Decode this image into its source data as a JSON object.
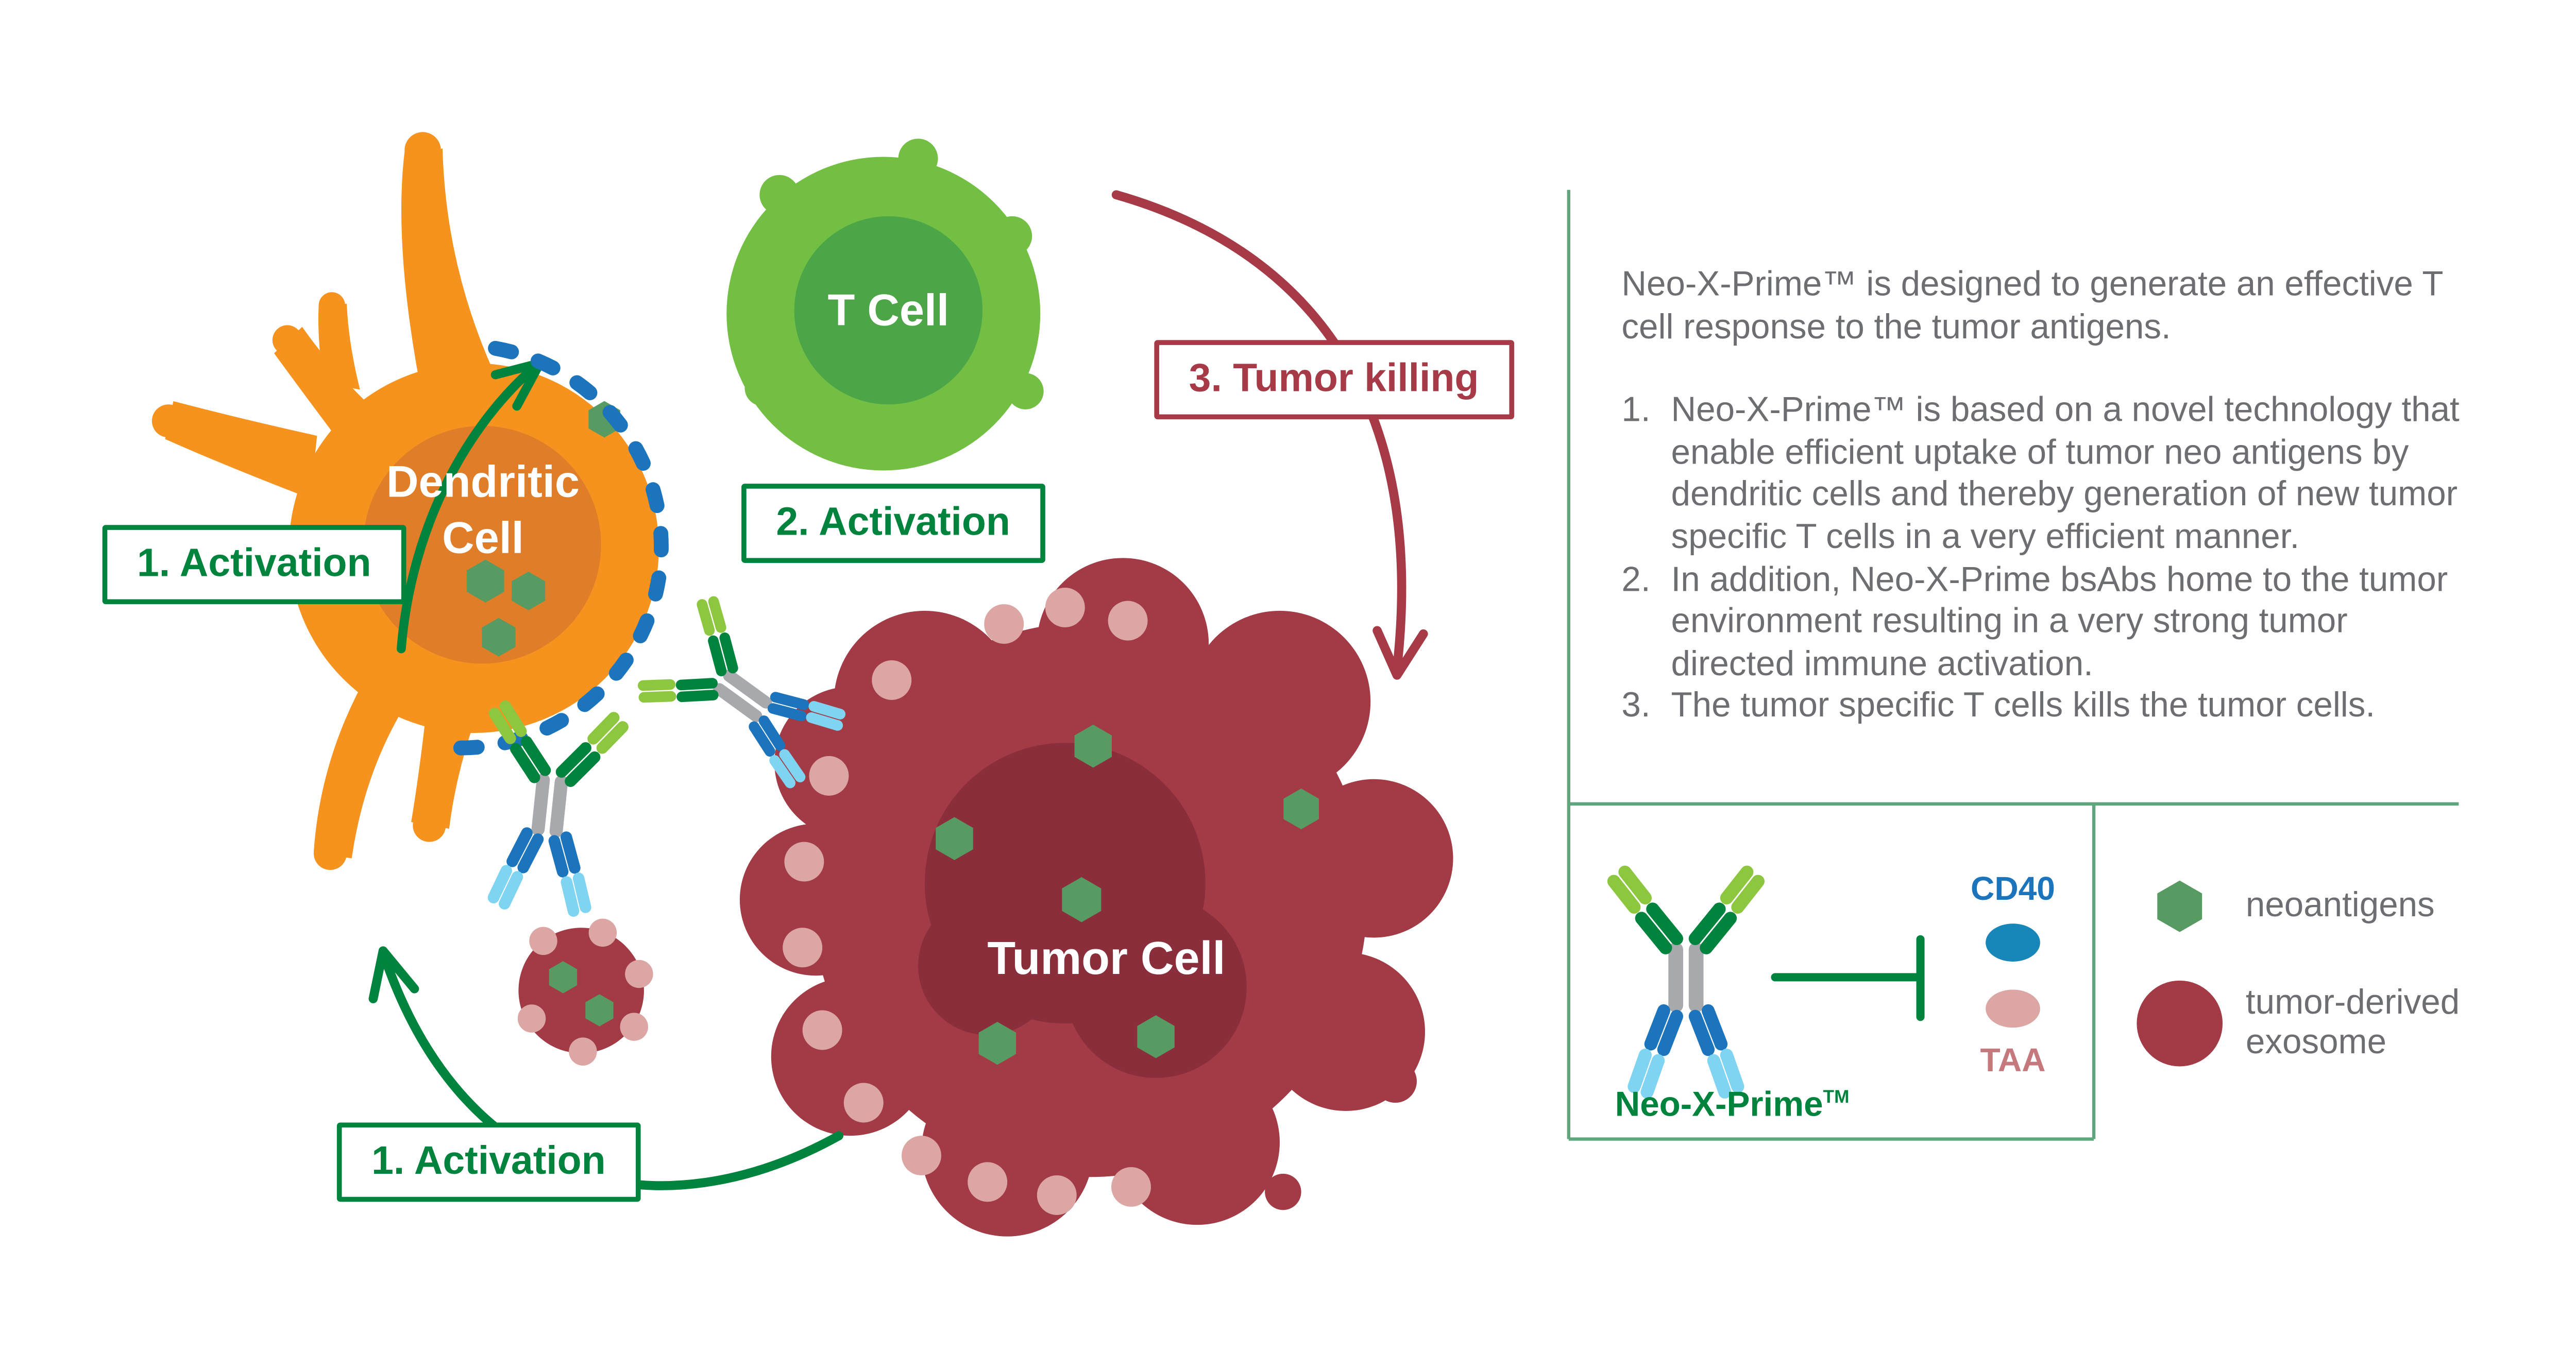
{
  "colors": {
    "orange": "#F6921E",
    "orange_dark": "#DF7D28",
    "green_light": "#72BF44",
    "green_mid": "#4CA647",
    "green_dark": "#00843D",
    "green_antibody_tip": "#8DC63F",
    "green_neoantigen": "#579B63",
    "red_tumor": "#A23B46",
    "red_tumor_dark": "#8B2E3B",
    "red_accent": "#A63A46",
    "pink_taa": "#DCA6A4",
    "blue_dark": "#1C75BC",
    "blue_light": "#7FD4F2",
    "blue_cd40": "#1787B9",
    "gray_antibody": "#A7A9AC",
    "gray_text": "#6D6E71"
  },
  "diagram": {
    "dendritic_cell_label": "Dendritic\nCell",
    "t_cell_label": "T Cell",
    "tumor_cell_label": "Tumor Cell",
    "activation_dendritic": "1. Activation",
    "activation_t_cell": "2. Activation",
    "tumor_killing": "3. Tumor killing",
    "activation_exosome": "1. Activation"
  },
  "panel": {
    "intro": "Neo-X-Prime™ is designed to generate an effective T cell response to the tumor antigens.",
    "items": [
      {
        "num": "1.",
        "text": "Neo-X-Prime™ is based on a novel technology that enable efficient uptake of tumor neo antigens by dendritic cells and thereby generation of new tumor specific T cells in a very efficient manner."
      },
      {
        "num": "2.",
        "text": "In addition, Neo-X-Prime bsAbs home to the tumor environment resulting in a very strong tumor directed immune activation."
      },
      {
        "num": "3.",
        "text": "The tumor specific T cells kills the tumor cells."
      }
    ]
  },
  "legend": {
    "antibody_label_base": "Neo-X-Prime",
    "tm": "TM",
    "cd40_label": "CD40",
    "taa_label": "TAA",
    "neoantigens_label": "neoantigens",
    "exosome_label": "tumor-derived exosome"
  }
}
